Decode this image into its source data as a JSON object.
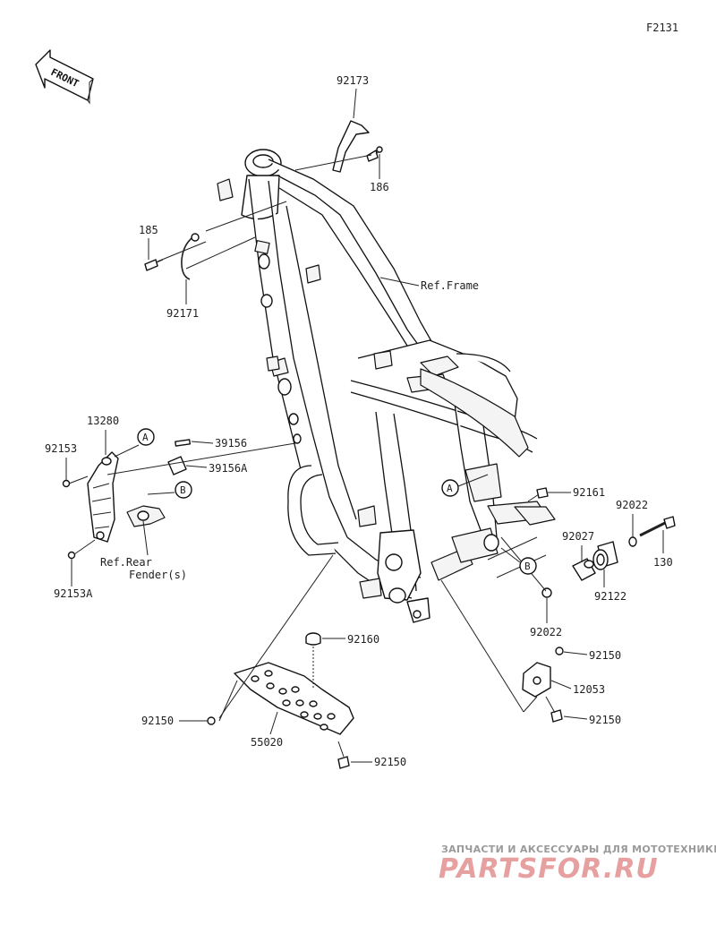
{
  "diagram": {
    "code": "F2131",
    "front_label": "FRONT",
    "callouts": {
      "p92173": "92173",
      "p186": "186",
      "p185": "185",
      "p92171": "92171",
      "ref_frame": "Ref.Frame",
      "p13280": "13280",
      "p92153": "92153",
      "p39156": "39156",
      "p39156A": "39156A",
      "ref_rear": "Ref.Rear",
      "fender": "Fender(s)",
      "p92153A": "92153A",
      "p92161": "92161",
      "p92022_top": "92022",
      "p92027": "92027",
      "p130": "130",
      "p92122": "92122",
      "p92022_bot": "92022",
      "p92160": "92160",
      "p92150_right_top": "92150",
      "p12053": "12053",
      "p92150_right_bot": "92150",
      "p92150_left": "92150",
      "p55020": "55020",
      "p92150_bottom": "92150"
    },
    "markers": {
      "a_left": "A",
      "b_left": "B",
      "a_right": "A",
      "b_right": "B"
    }
  },
  "watermark": {
    "tagline": "ЗАПЧАСТИ И АКСЕССУАРЫ ДЛЯ МОТОТЕХНИКИ",
    "brand": "PARTSFOR.RU"
  }
}
